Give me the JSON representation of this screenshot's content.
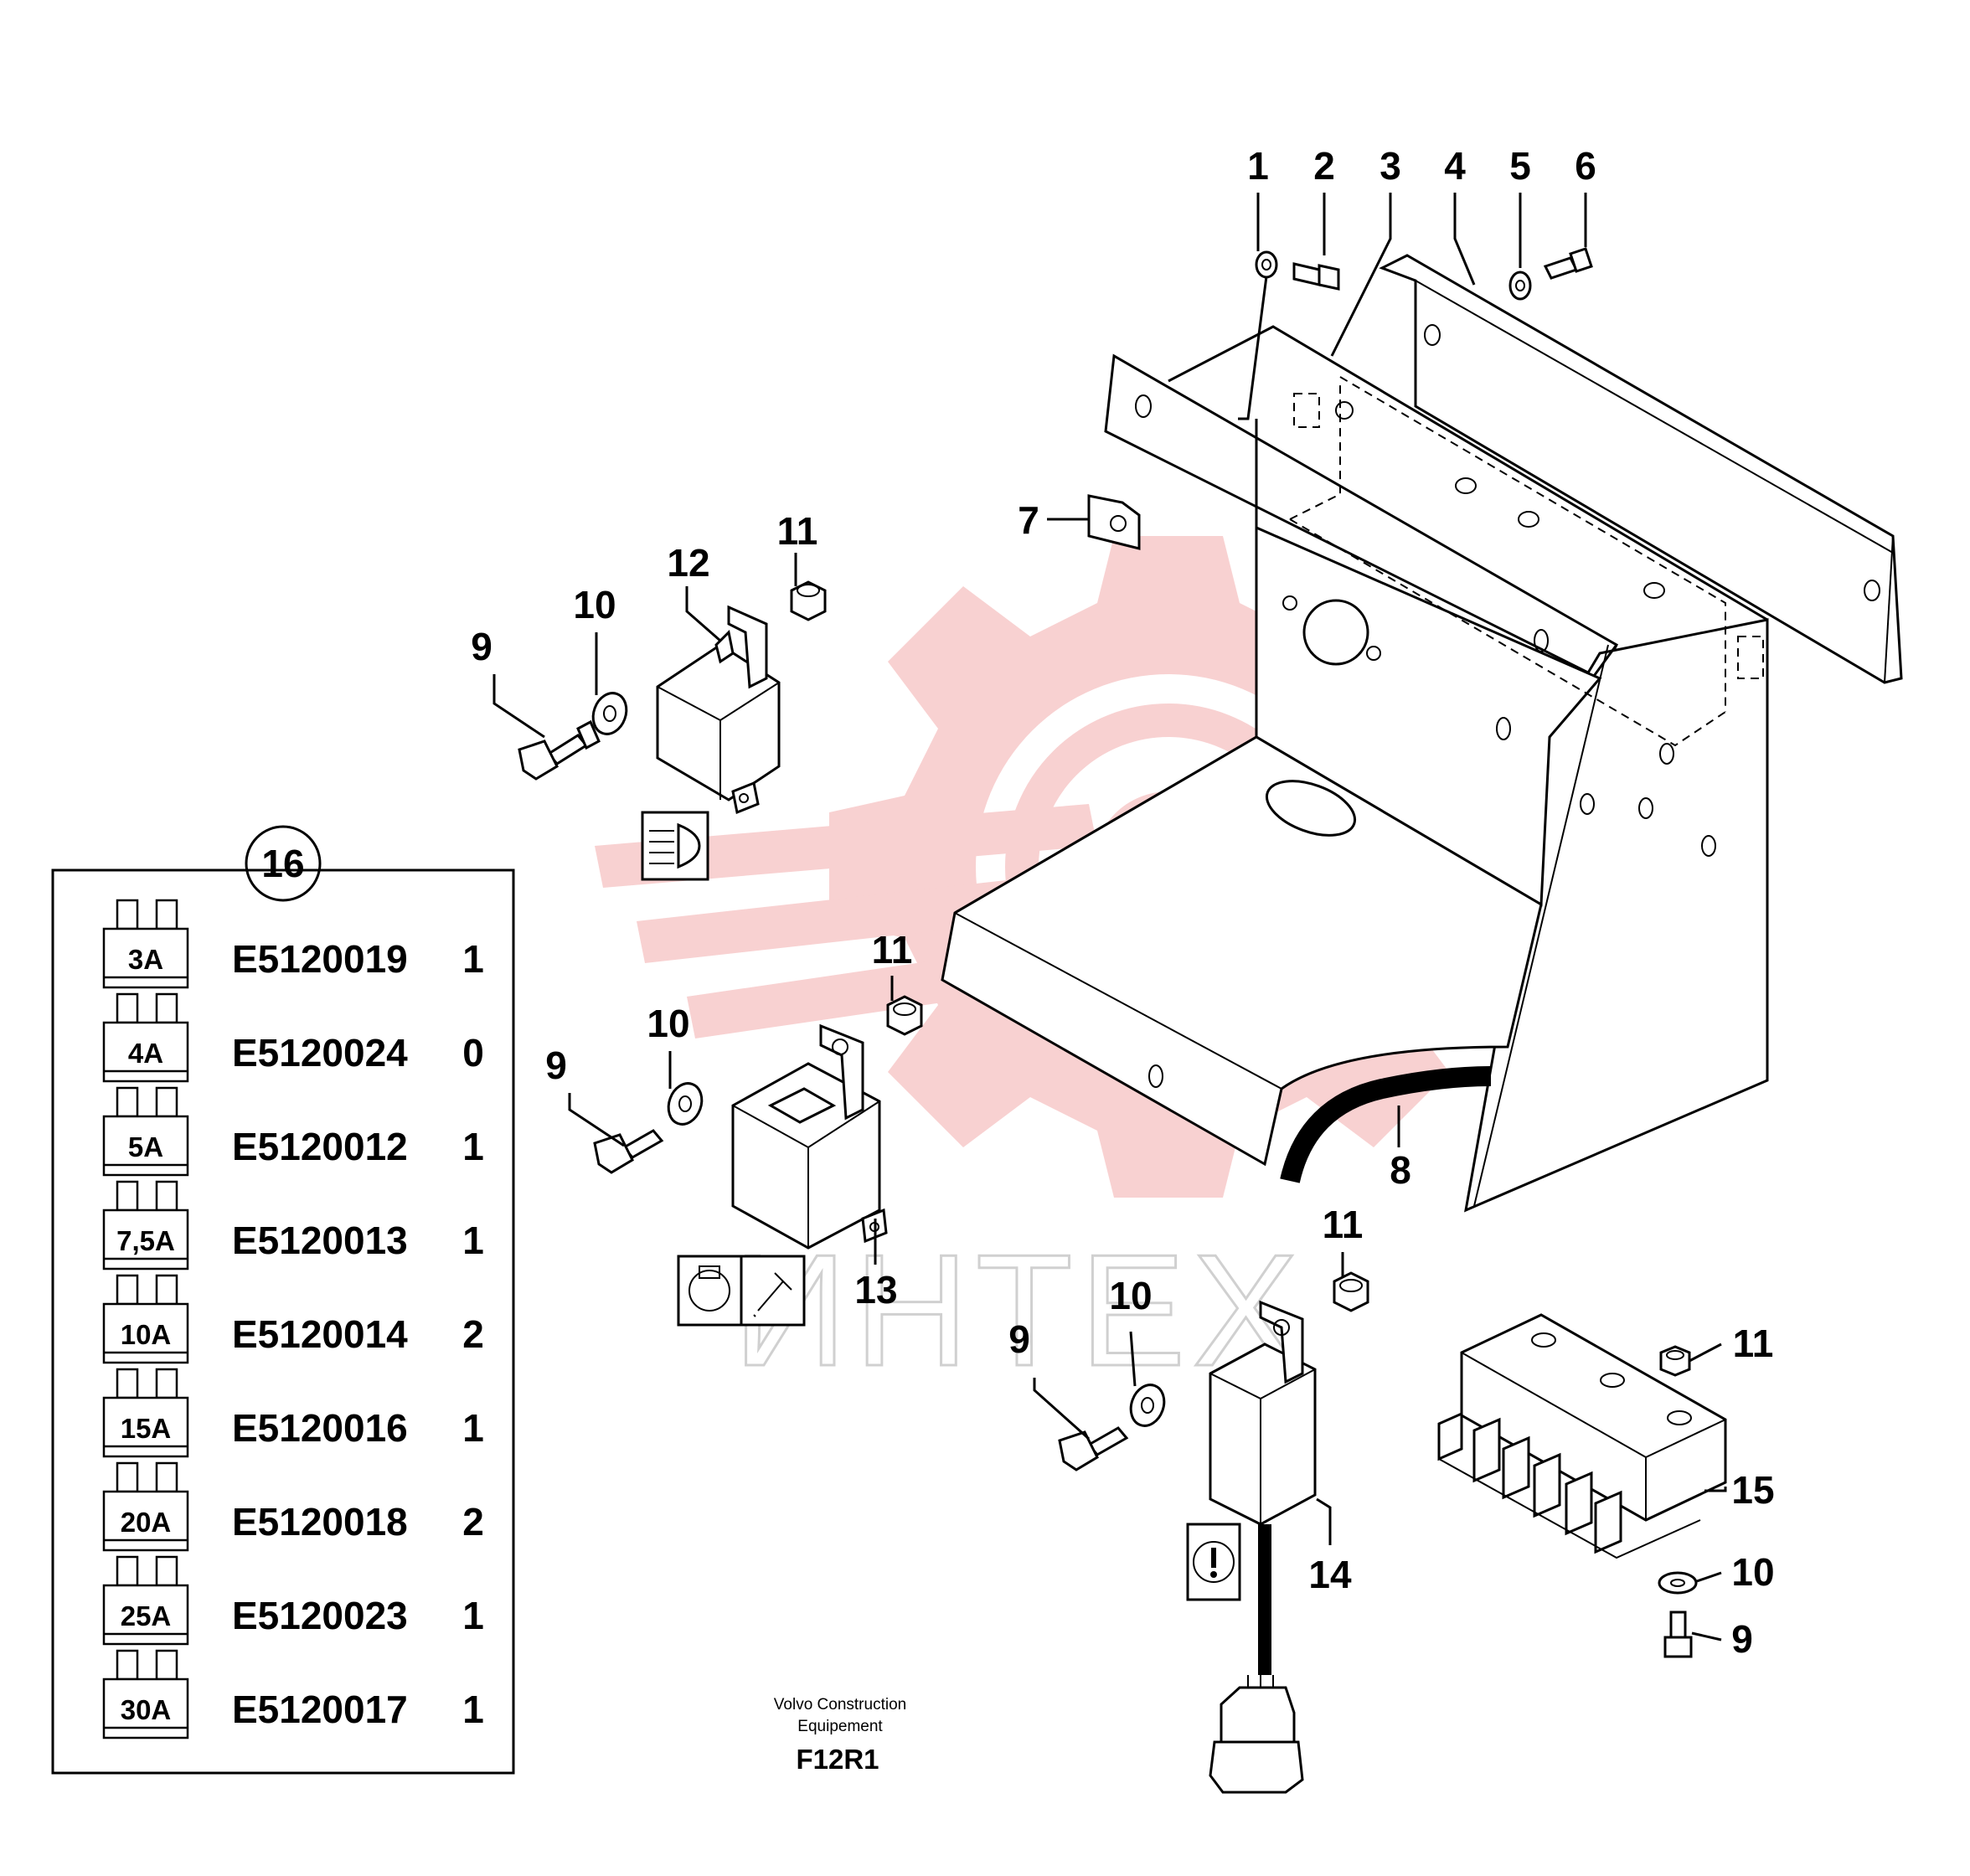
{
  "callouts": {
    "c1": "1",
    "c2": "2",
    "c3": "3",
    "c4": "4",
    "c5": "5",
    "c6": "6",
    "c7": "7",
    "c8": "8",
    "c9a": "9",
    "c9b": "9",
    "c9c": "9",
    "c9d": "9",
    "c10a": "10",
    "c10b": "10",
    "c10c": "10",
    "c10d": "10",
    "c11a": "11",
    "c11b": "11",
    "c11c": "11",
    "c11d": "11",
    "c12": "12",
    "c13": "13",
    "c14": "14",
    "c15": "15",
    "c16": "16"
  },
  "fuse_table": {
    "rows": [
      {
        "rating": "3A",
        "part_no": "E5120019",
        "qty": "1"
      },
      {
        "rating": "4A",
        "part_no": "E5120024",
        "qty": "0"
      },
      {
        "rating": "5A",
        "part_no": "E5120012",
        "qty": "1"
      },
      {
        "rating": "7,5A",
        "part_no": "E5120013",
        "qty": "1"
      },
      {
        "rating": "10A",
        "part_no": "E5120014",
        "qty": "2"
      },
      {
        "rating": "15A",
        "part_no": "E5120016",
        "qty": "1"
      },
      {
        "rating": "20A",
        "part_no": "E5120018",
        "qty": "2"
      },
      {
        "rating": "25A",
        "part_no": "E5120023",
        "qty": "1"
      },
      {
        "rating": "30A",
        "part_no": "E5120017",
        "qty": "1"
      }
    ]
  },
  "caption": {
    "line1": "Volvo Construction",
    "line2": "Equipement",
    "figure_code": "F12R1"
  },
  "watermark": {
    "text": "ИНТЕХ",
    "gear_color": "#f7c9c9",
    "text_color": "#d0d0d0"
  },
  "icons": {
    "relay_12": "headlight-icon",
    "relay_13": "preheat-icon",
    "relay_14": "warning-icon"
  }
}
